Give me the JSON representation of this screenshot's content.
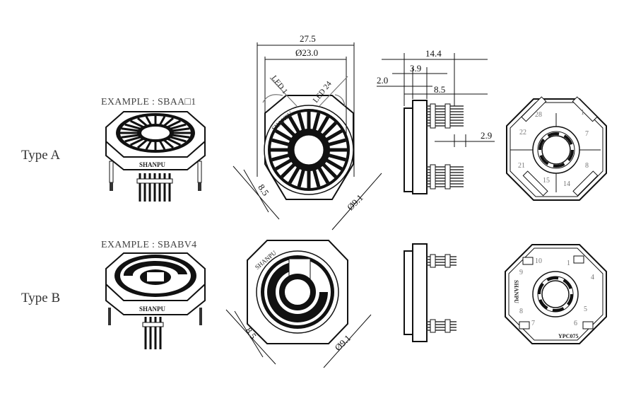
{
  "rows": [
    {
      "type_label": "Type A",
      "example": "EXAMPLE : SBAA□1",
      "brand": "SHANPU"
    },
    {
      "type_label": "Type B",
      "example": "EXAMPLE : SBABV4",
      "brand": "SHANPU"
    }
  ],
  "front_view_a": {
    "dim_outer": "27.5",
    "dim_diameter": "Ø23.0",
    "led_first": "LED 1",
    "led_last": "LED 24",
    "dim_depth": "8.5",
    "dim_hole": "Ø9.1"
  },
  "front_view_b": {
    "dim_depth": "8.5",
    "dim_hole": "Ø9.1"
  },
  "side_view_a": {
    "dim_total": "14.4",
    "dim_a": "3.9",
    "dim_b": "2.0",
    "dim_c": "8.5",
    "dim_pin": "2.9"
  },
  "back_view_a": {
    "pin_labels": [
      "28",
      "1",
      "7",
      "22",
      "8",
      "21",
      "15",
      "14"
    ]
  },
  "back_view_b": {
    "pin_labels": [
      "10",
      "1",
      "4",
      "9",
      "8",
      "7",
      "6",
      "5"
    ],
    "part_code": "YPC075"
  }
}
